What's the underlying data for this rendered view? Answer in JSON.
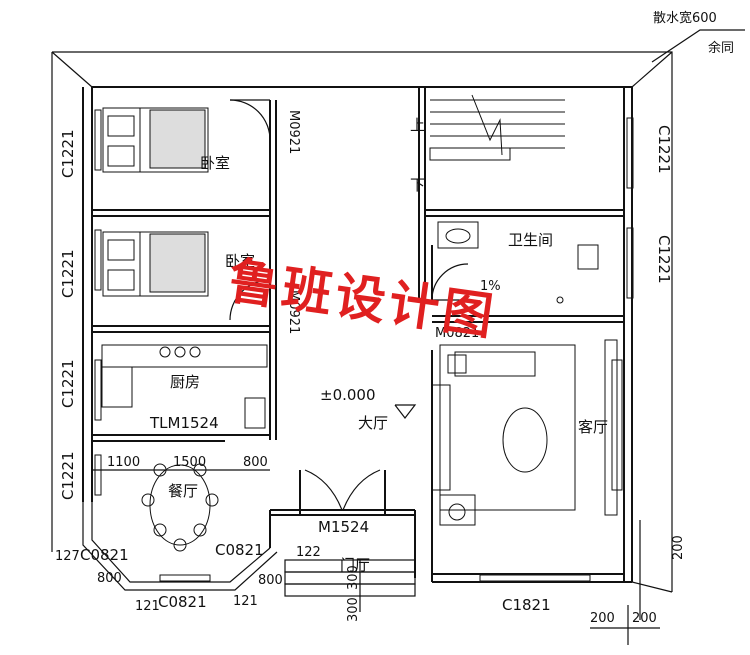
{
  "notes": {
    "apron_label": "散水宽600",
    "apron_same": "余同"
  },
  "rooms": {
    "bedroom1": "卧室",
    "bedroom2": "卧室",
    "kitchen": "厨房",
    "dining": "餐厅",
    "living": "客厅",
    "hall": "大厅",
    "bathroom": "卫生间",
    "foyer": "门厅"
  },
  "stairs": {
    "up": "上",
    "down": "下"
  },
  "doors": {
    "m0921_a": "M0921",
    "m0921_b": "M0921",
    "m0821": "M0821",
    "m1524": "M1524",
    "tlm1524": "TLM1524"
  },
  "windows": {
    "c1221_left_1": "C1221",
    "c1221_left_2": "C1221",
    "c1221_left_3": "C1221",
    "c1221_left_4": "C1221",
    "c1221_right_1": "C1221",
    "c1221_right_2": "C1221",
    "c0821_a": "C0821",
    "c0821_b": "C0821",
    "c0821_c": "C0821",
    "c1821": "C1821"
  },
  "dimensions": {
    "d1100": "1100",
    "d1500": "1500",
    "d800_a": "800",
    "d800_b": "800",
    "d800_c": "800",
    "d122": "122",
    "d121_a": "121",
    "d121_b": "121",
    "d300_a": "300",
    "d300_b": "300",
    "d200_a": "200",
    "d200_b": "200",
    "d200_c": "200",
    "d127": "127"
  },
  "level": {
    "elevation": "±0.000"
  },
  "bath_slope": "1%",
  "watermark": "鲁班设计图"
}
